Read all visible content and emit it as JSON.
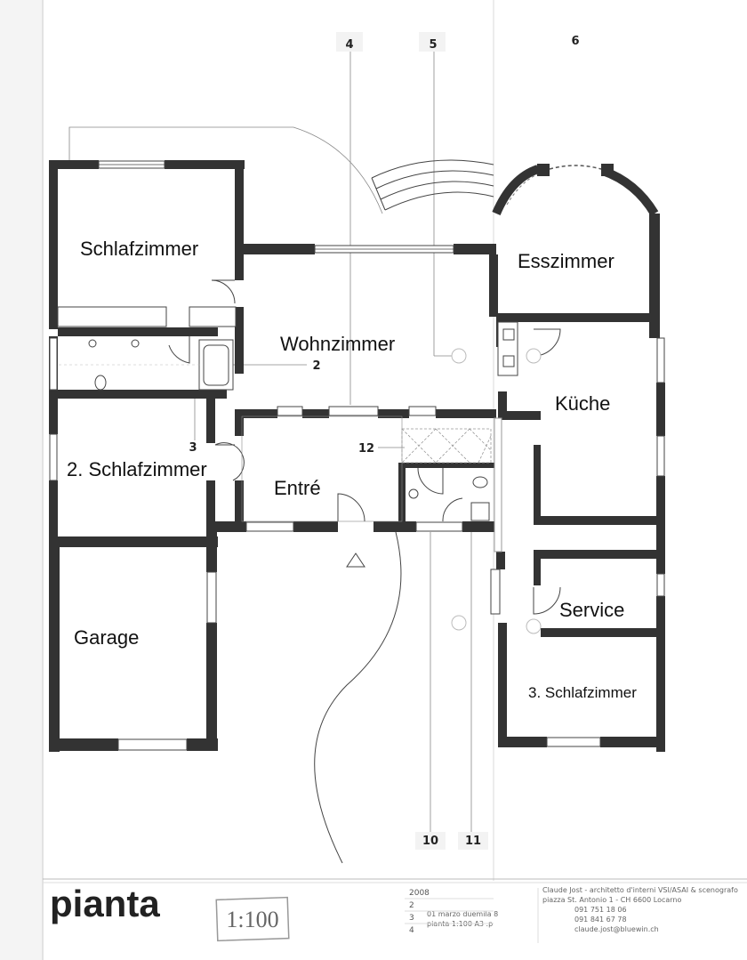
{
  "drawing": {
    "title": "pianta",
    "scale": "1:100"
  },
  "rooms": [
    {
      "id": "schlafzimmer",
      "label": "Schlafzimmer"
    },
    {
      "id": "wohnzimmer",
      "label": "Wohnzimmer"
    },
    {
      "id": "esszimmer",
      "label": "Esszimmer"
    },
    {
      "id": "kueche",
      "label": "Küche"
    },
    {
      "id": "schlafzimmer-2",
      "label": "2. Schlafzimmer"
    },
    {
      "id": "entre",
      "label": "Entré"
    },
    {
      "id": "garage",
      "label": "Garage"
    },
    {
      "id": "service",
      "label": "Service"
    },
    {
      "id": "schlafzimmer-3",
      "label": "3. Schlafzimmer"
    }
  ],
  "axis_markers": {
    "top": [
      "4",
      "5",
      "6"
    ],
    "bottom": [
      "10",
      "11"
    ],
    "section_2": "2",
    "section_3": "3",
    "section_12": "12"
  },
  "title_block": {
    "revisions": [
      "2008",
      "2",
      "3",
      "4"
    ],
    "revision_note": "01 marzo duemila 8",
    "sheet_note": "pianta 1:100 A3 .p",
    "office_lines": [
      "Claude Jost - architetto d'interni VSI/ASAI & scenografo",
      "piazza St. Antonio 1 - CH 6600 Locarno",
      "091 751 18 06",
      "091 841 67 78",
      "claude.jost@bluewin.ch"
    ]
  }
}
